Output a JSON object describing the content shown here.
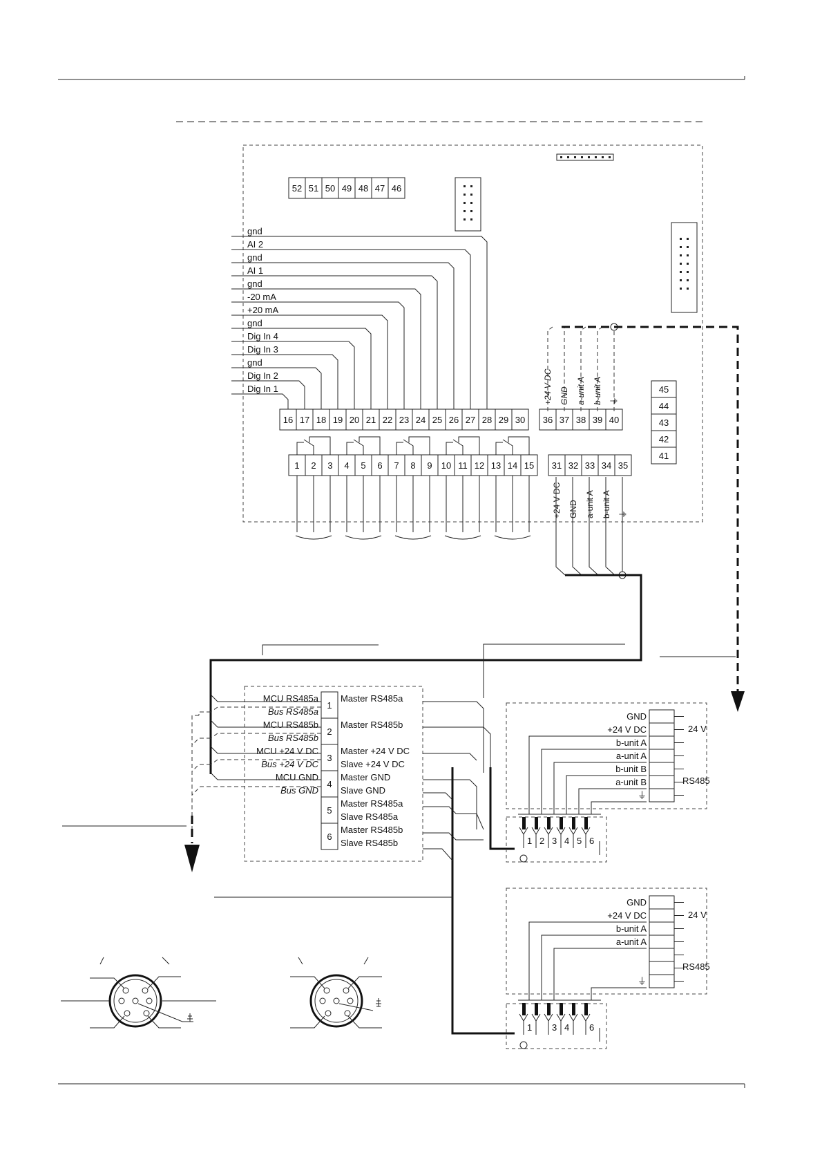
{
  "upper_blocks": {
    "top_left_terminals": [
      "52",
      "51",
      "50",
      "49",
      "48",
      "47",
      "46"
    ],
    "right_terminals": [
      "45",
      "44",
      "43",
      "42",
      "41"
    ]
  },
  "input_signals": [
    "gnd",
    "AI 2",
    "gnd",
    "AI 1",
    "gnd",
    "-20 mA",
    "+20 mA",
    "gnd",
    "Dig In 4",
    "Dig In 3",
    "gnd",
    "Dig In 2",
    "Dig In 1"
  ],
  "terminals_16_30": [
    "16",
    "17",
    "18",
    "19",
    "20",
    "21",
    "22",
    "23",
    "24",
    "25",
    "26",
    "27",
    "28",
    "29",
    "30"
  ],
  "terminals_1_15": [
    "1",
    "2",
    "3",
    "4",
    "5",
    "6",
    "7",
    "8",
    "9",
    "10",
    "11",
    "12",
    "13",
    "14",
    "15"
  ],
  "terminals_36_40": [
    "36",
    "37",
    "38",
    "39",
    "40"
  ],
  "labels_36_40": [
    "+24 V DC",
    "GND",
    "a-unit A",
    "b-unit A",
    "⏚"
  ],
  "terminals_31_35": [
    "31",
    "32",
    "33",
    "34",
    "35"
  ],
  "labels_31_35": [
    "+24 V DC",
    "GND",
    "a-unit A",
    "b-unit A",
    "⏚"
  ],
  "junction_box": {
    "rows": [
      {
        "left": "MCU RS485a",
        "left_italic": false,
        "right": "Master RS485a"
      },
      {
        "left": "Bus RS485a",
        "left_italic": true,
        "right": ""
      },
      {
        "left": "MCU RS485b",
        "left_italic": false,
        "right": "Master RS485b"
      },
      {
        "left": "Bus RS485b",
        "left_italic": true,
        "right": ""
      },
      {
        "left": "MCU +24 V DC",
        "left_italic": false,
        "right": "Master +24 V DC"
      },
      {
        "left": "Bus +24 V DC",
        "left_italic": true,
        "right": "Slave +24 V DC"
      },
      {
        "left": "MCU GND",
        "left_italic": false,
        "right": "Master GND"
      },
      {
        "left": "Bus GND",
        "left_italic": true,
        "right": "Slave GND"
      },
      {
        "left": "",
        "left_italic": false,
        "right": "Master RS485a"
      },
      {
        "left": "",
        "left_italic": false,
        "right": "Slave RS485a"
      },
      {
        "left": "",
        "left_italic": false,
        "right": "Master RS485b"
      },
      {
        "left": "",
        "left_italic": false,
        "right": "Slave RS485b"
      }
    ],
    "numbers": [
      "1",
      "2",
      "3",
      "4",
      "5",
      "6"
    ]
  },
  "device1": {
    "labels": [
      "GND",
      "+24 V DC",
      "b-unit A",
      "a-unit A",
      "b-unit B",
      "a-unit B",
      "⏚"
    ],
    "side_24v": "24 V",
    "side_rs485": "RS485",
    "plug_pins": [
      "1",
      "2",
      "3",
      "4",
      "5",
      "6"
    ]
  },
  "device2": {
    "labels": [
      "GND",
      "+24 V DC",
      "b-unit A",
      "a-unit A",
      "",
      "",
      "⏚"
    ],
    "side_24v": "24 V",
    "side_rs485": "RS485",
    "plug_pins": [
      "1",
      "",
      "3",
      "4",
      "",
      "6"
    ]
  }
}
